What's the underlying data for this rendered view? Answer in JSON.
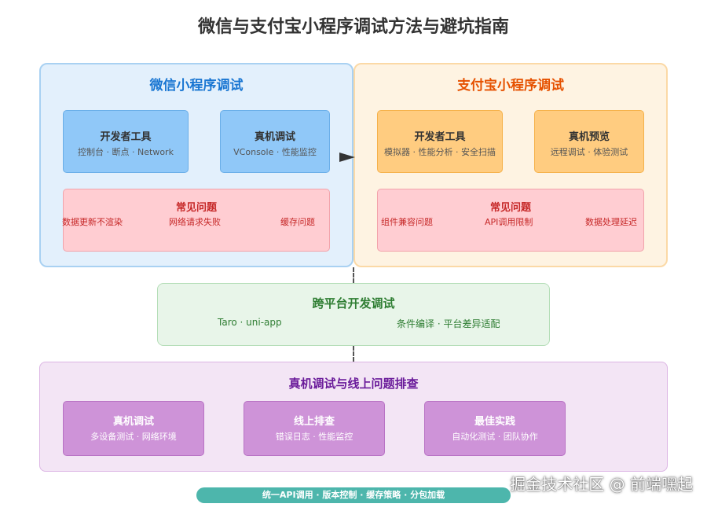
{
  "title": "微信与支付宝小程序调试方法与避坑指南",
  "wechat": {
    "title": "微信小程序调试",
    "devtools": {
      "title": "开发者工具",
      "sub": "控制台 · 断点 · Network"
    },
    "device": {
      "title": "真机调试",
      "sub": "VConsole · 性能监控"
    },
    "issues": {
      "title": "常见问题",
      "items": [
        "数据更新不渲染",
        "网络请求失败",
        "缓存问题"
      ]
    }
  },
  "alipay": {
    "title": "支付宝小程序调试",
    "devtools": {
      "title": "开发者工具",
      "sub": "模拟器 · 性能分析 · 安全扫描"
    },
    "device": {
      "title": "真机预览",
      "sub": "远程调试 · 体验测试"
    },
    "issues": {
      "title": "常见问题",
      "items": [
        "组件兼容问题",
        "API调用限制",
        "数据处理延迟"
      ]
    }
  },
  "cross": {
    "title": "跨平台开发调试",
    "left": "Taro · uni-app",
    "right": "条件编译 · 平台差异适配"
  },
  "debug": {
    "title": "真机调试与线上问题排查",
    "cards": [
      {
        "title": "真机调试",
        "sub": "多设备测试 · 网络环境"
      },
      {
        "title": "线上排查",
        "sub": "错误日志 · 性能监控"
      },
      {
        "title": "最佳实践",
        "sub": "自动化测试 · 团队协作"
      }
    ]
  },
  "footer": "统一API调用 · 版本控制 · 缓存策略 · 分包加载",
  "watermark": "掘金技术社区 @ 前端嘿起",
  "colors": {
    "wechat_accent": "#1976d2",
    "alipay_accent": "#e65100",
    "cross_accent": "#2e7d32",
    "debug_accent": "#6a1b9a",
    "footer_bg": "#4db6ac"
  }
}
